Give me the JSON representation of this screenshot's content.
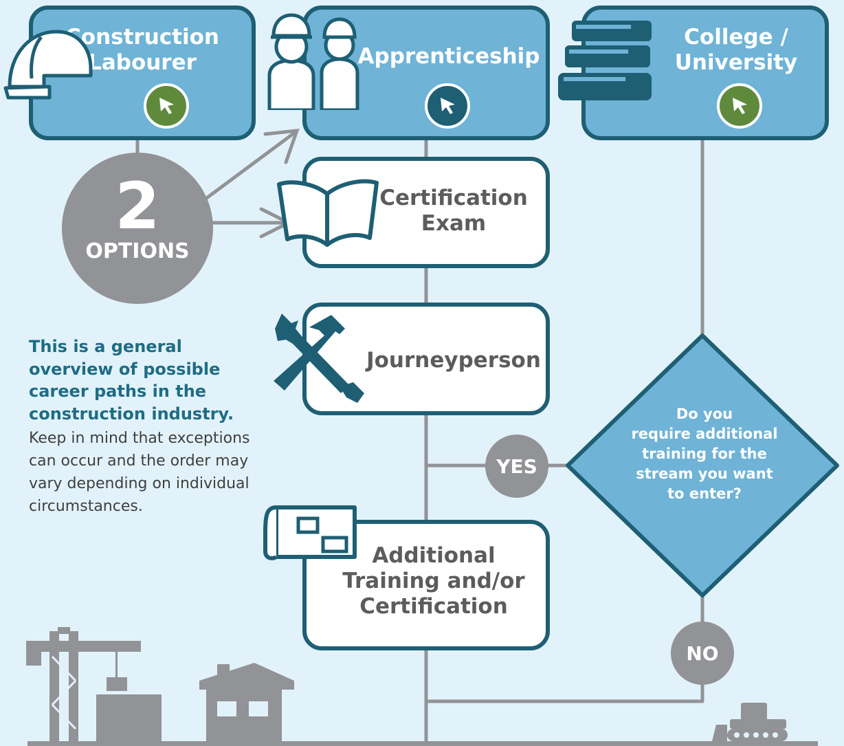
{
  "boxes": {
    "labourer": "Construction\nLabourer",
    "apprenticeship": "Apprenticeship",
    "college": "College /\nUniversity",
    "exam": "Certification\nExam",
    "journeyperson": "Journeyperson",
    "additional": "Additional\nTraining and/or\nCertification"
  },
  "options": {
    "number": "2",
    "label": "OPTIONS"
  },
  "decision": "Do you\nrequire additional\ntraining for the\nstream you want\nto enter?",
  "yes_label": "YES",
  "no_label": "NO",
  "note": {
    "bold": "This is a general overview of possible career paths in the construction industry.",
    "plain": "Keep in mind that exceptions can occur and the order may vary depending on individual circumstances."
  },
  "colors": {
    "background": "#e2f2fa",
    "box_blue": "#6fb3d6",
    "border": "#1e5f74",
    "green_button": "#5f8a3b",
    "teal_button": "#1e5f74",
    "grey": "#929396",
    "note_blue": "#1e6c84"
  },
  "icons": [
    "hard-hat-icon",
    "workers-icon",
    "books-icon",
    "open-book-icon",
    "wrench-hammer-icon",
    "blueprint-icon",
    "crane-icon",
    "house-frame-icon",
    "bulldozer-icon",
    "cursor-icon"
  ]
}
